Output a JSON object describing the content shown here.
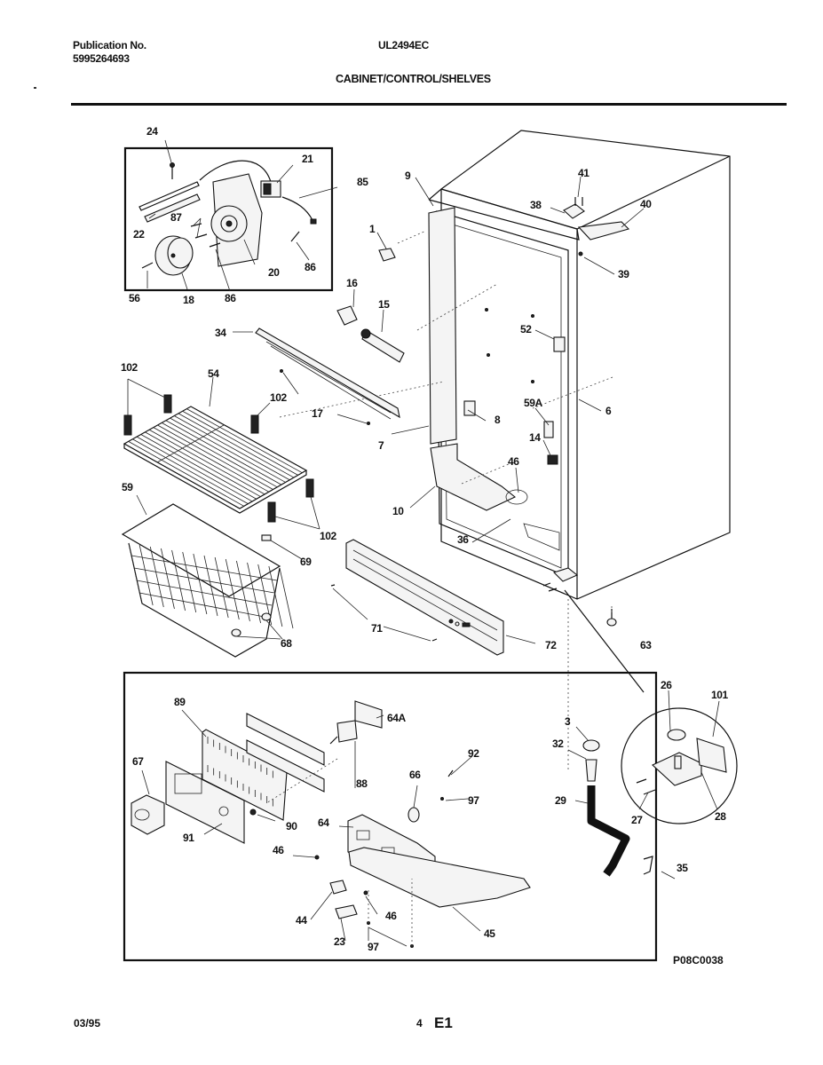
{
  "header": {
    "publication_label": "Publication No.",
    "publication_number": "5995264693",
    "model": "UL2494EC",
    "section_title": "CABINET/CONTROL/SHELVES"
  },
  "diagram": {
    "figure_code": "P08C0038",
    "insets": {
      "fan_assembly": [
        "24",
        "21",
        "85",
        "22",
        "87",
        "20",
        "86",
        "56",
        "18",
        "86"
      ],
      "control_assembly": [
        "89",
        "64A",
        "67",
        "88",
        "92",
        "66",
        "97",
        "91",
        "90",
        "64",
        "46",
        "44",
        "46",
        "23",
        "97",
        "45"
      ],
      "hinge_detail": [
        "26",
        "101",
        "27",
        "28"
      ]
    },
    "callouts": {
      "c24": "24",
      "c21": "21",
      "c85": "85",
      "c22": "22",
      "c87": "87",
      "c20": "20",
      "c86a": "86",
      "c56": "56",
      "c18": "18",
      "c86b": "86",
      "c9": "9",
      "c1": "1",
      "c16": "16",
      "c15": "15",
      "c41": "41",
      "c38": "38",
      "c40": "40",
      "c39": "39",
      "c52": "52",
      "c34": "34",
      "c102a": "102",
      "c54": "54",
      "c102b": "102",
      "c17": "17",
      "c7": "7",
      "c8": "8",
      "c59A": "59A",
      "c6": "6",
      "c14": "14",
      "c46a": "46",
      "c10": "10",
      "c36": "36",
      "c59": "59",
      "c102c": "102",
      "c69": "69",
      "c68": "68",
      "c71": "71",
      "c72": "72",
      "c63": "63",
      "c89": "89",
      "c64A": "64A",
      "c67": "67",
      "c88": "88",
      "c92": "92",
      "c66": "66",
      "c97a": "97",
      "c91": "91",
      "c90": "90",
      "c64": "64",
      "c46b": "46",
      "c44": "44",
      "c46c": "46",
      "c23": "23",
      "c97b": "97",
      "c45": "45",
      "c26": "26",
      "c101": "101",
      "c3": "3",
      "c32": "32",
      "c29": "29",
      "c27": "27",
      "c28": "28",
      "c35": "35"
    }
  },
  "footer": {
    "date": "03/95",
    "page": "4",
    "edition": "E1"
  }
}
